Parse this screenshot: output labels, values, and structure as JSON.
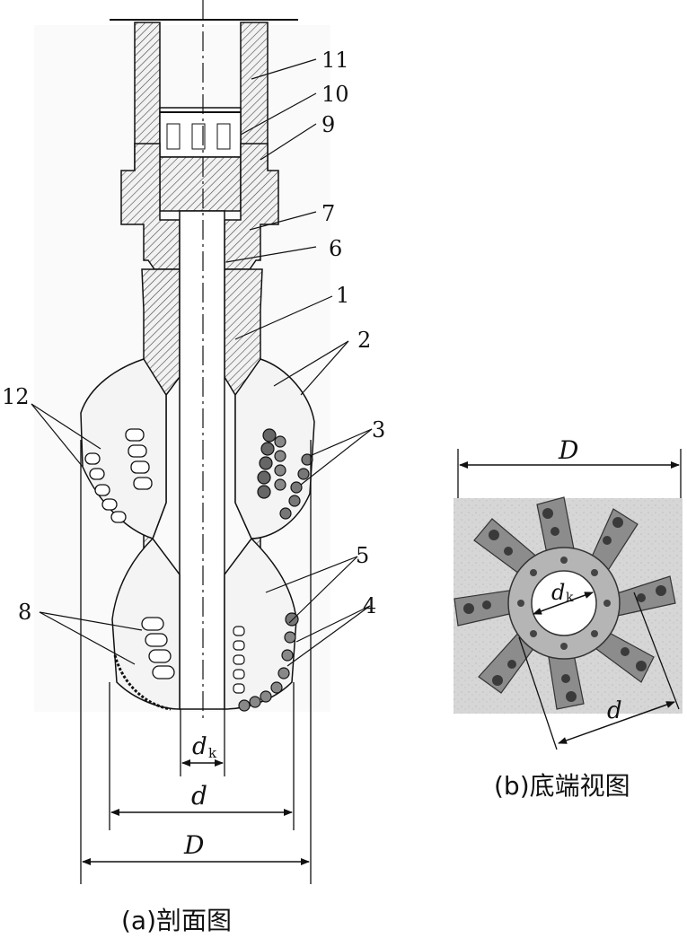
{
  "figure_a": {
    "caption": "(a)剖面图",
    "part_labels": [
      "1",
      "2",
      "3",
      "4",
      "5",
      "6",
      "7",
      "8",
      "9",
      "10",
      "11",
      "12"
    ],
    "dim_dk_main": "d",
    "dim_dk_sub": "k",
    "dim_d": "d",
    "dim_D": "D"
  },
  "figure_b": {
    "caption": "(b)底端视图",
    "dim_D": "D",
    "dim_dk_main": "d",
    "dim_dk_sub": "k",
    "dim_d": "d"
  },
  "colors": {
    "line": "#111111",
    "hatch": "#333333",
    "body_fill": "#f4f4f4",
    "photo_bg": "#d9d9d9",
    "cutter": "#7a7a7a"
  }
}
